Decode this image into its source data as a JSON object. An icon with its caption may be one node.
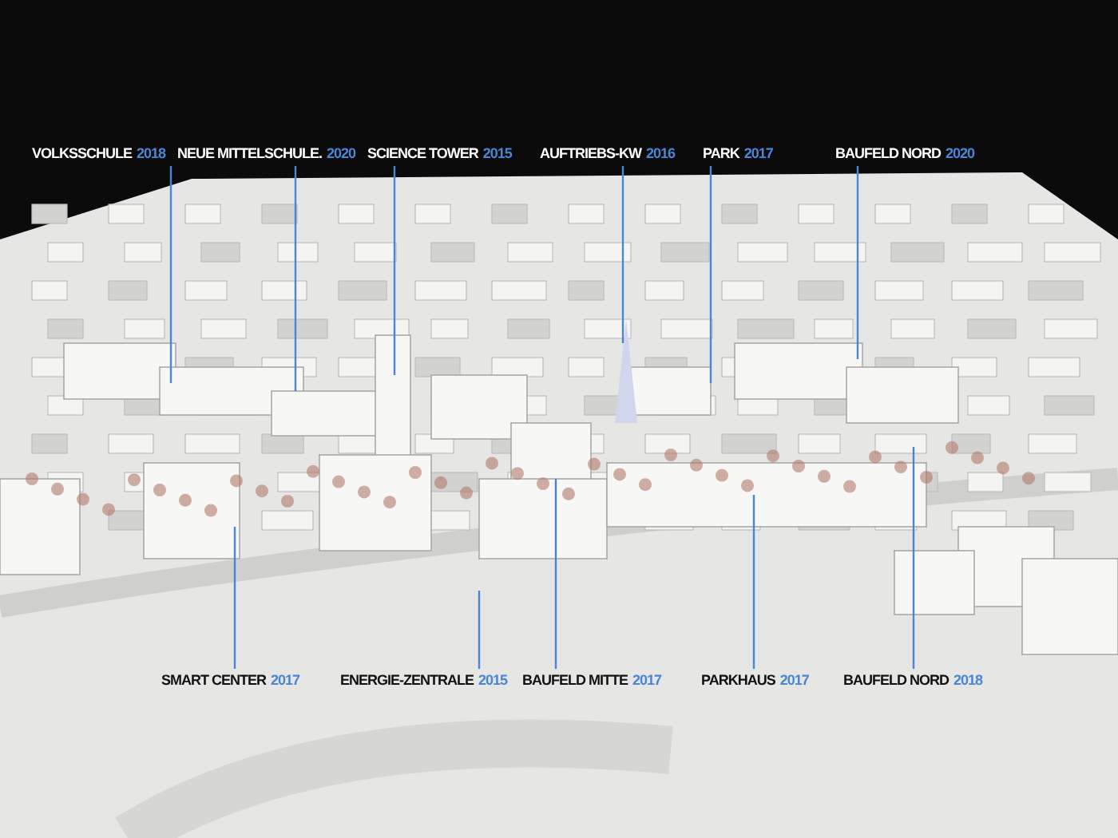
{
  "diagram": {
    "nodes": [
      {
        "text": [
          "VOLKSSCHULE",
          "2018"
        ]
      },
      {
        "text": [
          "NEUE MITTELSCHULE.",
          "2020"
        ]
      },
      {
        "text": [
          "SCIENCE TOWER",
          "2015"
        ]
      },
      {
        "text": [
          "AUFTRIEBS-KW",
          "2016"
        ]
      },
      {
        "text": [
          "PARK",
          "2017"
        ]
      },
      {
        "text": [
          "BAUFELD NORD",
          "2020"
        ]
      },
      {
        "text": [
          "SMART CENTER",
          "2017"
        ]
      },
      {
        "text": [
          "ENERGIE-ZENTRALE",
          "2015"
        ]
      },
      {
        "text": [
          "BAUFELD MITTE",
          "2017"
        ]
      },
      {
        "text": [
          "PARKHAUS",
          "2017"
        ]
      },
      {
        "text": [
          "BAUFELD NORD",
          "2018"
        ]
      }
    ],
    "edges": [
      {
        "from": 0,
        "to": null,
        "arrow": "none"
      },
      {
        "from": 1,
        "to": null,
        "arrow": "none"
      },
      {
        "from": 2,
        "to": null,
        "arrow": "none"
      },
      {
        "from": 3,
        "to": null,
        "arrow": "none"
      },
      {
        "from": 4,
        "to": null,
        "arrow": "none"
      },
      {
        "from": 5,
        "to": null,
        "arrow": "none"
      },
      {
        "from": 6,
        "to": null,
        "arrow": "none"
      },
      {
        "from": 7,
        "to": null,
        "arrow": "none"
      },
      {
        "from": 8,
        "to": null,
        "arrow": "none"
      },
      {
        "from": 9,
        "to": null,
        "arrow": "none"
      },
      {
        "from": 10,
        "to": null,
        "arrow": "none"
      }
    ]
  }
}
